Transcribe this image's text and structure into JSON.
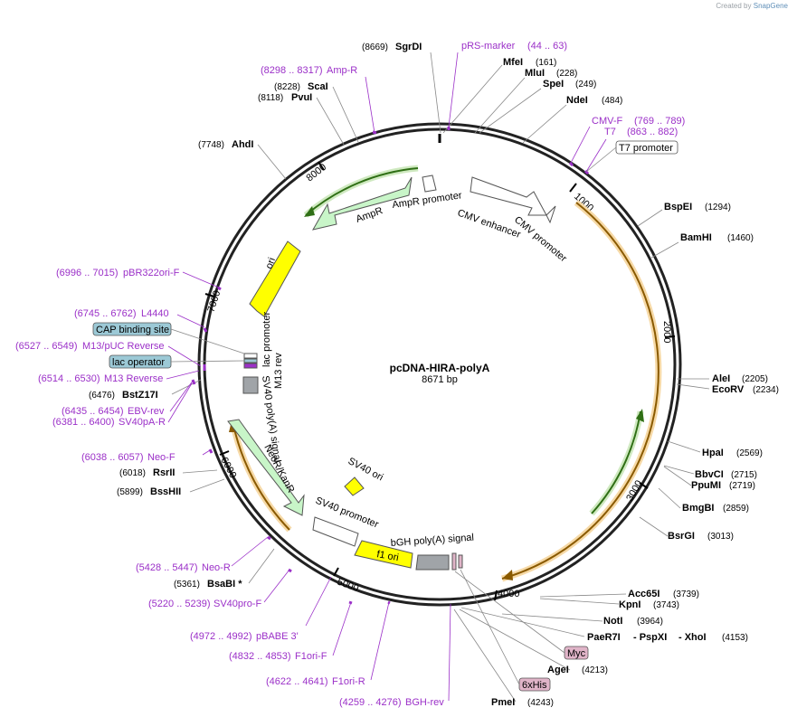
{
  "credit": {
    "prefix": "Created by",
    "brand": "SnapGene"
  },
  "plasmid": {
    "name": "pcDNA-HIRA-polyA",
    "length": "8671 bp"
  },
  "tick_labels": [
    "1000",
    "2000",
    "3000",
    "4000",
    "5000",
    "6000",
    "7000",
    "8000"
  ],
  "enzymes": [
    {
      "name": "SgrDI",
      "pos": "(8669)"
    },
    {
      "name": "MfeI",
      "pos": "(161)"
    },
    {
      "name": "MluI",
      "pos": "(228)"
    },
    {
      "name": "SpeI",
      "pos": "(249)"
    },
    {
      "name": "NdeI",
      "pos": "(484)"
    },
    {
      "name": "BspEI",
      "pos": "(1294)"
    },
    {
      "name": "BamHI",
      "pos": "(1460)"
    },
    {
      "name": "AleI",
      "pos": "(2205)"
    },
    {
      "name": "EcoRV",
      "pos": "(2234)"
    },
    {
      "name": "HpaI",
      "pos": "(2569)"
    },
    {
      "name": "BbvCI",
      "pos": "(2715)"
    },
    {
      "name": "PpuMI",
      "pos": "(2719)"
    },
    {
      "name": "BmgBI",
      "pos": "(2859)"
    },
    {
      "name": "BsrGI",
      "pos": "(3013)"
    },
    {
      "name": "Acc65I",
      "pos": "(3739)"
    },
    {
      "name": "KpnI",
      "pos": "(3743)"
    },
    {
      "name": "NotI",
      "pos": "(3964)"
    },
    {
      "name": "PaeR7I",
      "pos": ""
    },
    {
      "name": "- PspXI",
      "pos": ""
    },
    {
      "name": "- XhoI",
      "pos": "(4153)"
    },
    {
      "name": "AgeI",
      "pos": "(4213)"
    },
    {
      "name": "PmeI",
      "pos": "(4243)"
    },
    {
      "name": "BsaBI *",
      "pos": "(5361)"
    },
    {
      "name": "BssHII",
      "pos": "(5899)"
    },
    {
      "name": "RsrII",
      "pos": "(6018)"
    },
    {
      "name": "BstZ17I",
      "pos": "(6476)"
    },
    {
      "name": "AhdI",
      "pos": "(7748)"
    },
    {
      "name": "PvuI",
      "pos": "(8118)"
    },
    {
      "name": "ScaI",
      "pos": "(8228)"
    }
  ],
  "primers": [
    {
      "name": "pRS-marker",
      "pos": "(44 .. 63)"
    },
    {
      "name": "Amp-R",
      "pos": "(8298 .. 8317)"
    },
    {
      "name": "CMV-F",
      "pos": "(769 .. 789)"
    },
    {
      "name": "T7",
      "pos": "(863 .. 882)"
    },
    {
      "name": "pBR322ori-F",
      "pos": "(6996 .. 7015)"
    },
    {
      "name": "L4440",
      "pos": "(6745 .. 6762)"
    },
    {
      "name": "M13/pUC Reverse",
      "pos": "(6527 .. 6549)"
    },
    {
      "name": "M13 Reverse",
      "pos": "(6514 .. 6530)"
    },
    {
      "name": "EBV-rev",
      "pos": "(6435 .. 6454)"
    },
    {
      "name": "SV40pA-R",
      "pos": "(6381 .. 6400)"
    },
    {
      "name": "Neo-F",
      "pos": "(6038 .. 6057)"
    },
    {
      "name": "Neo-R",
      "pos": "(5428 .. 5447)"
    },
    {
      "name": "SV40pro-F",
      "pos": "(5220 .. 5239)"
    },
    {
      "name": "pBABE 3'",
      "pos": "(4972 .. 4992)"
    },
    {
      "name": "F1ori-F",
      "pos": "(4832 .. 4853)"
    },
    {
      "name": "F1ori-R",
      "pos": "(4622 .. 4641)"
    },
    {
      "name": "BGH-rev",
      "pos": "(4259 .. 4276)"
    }
  ],
  "boxed_features": {
    "t7_promoter": "T7 promoter",
    "cap_binding_site": "CAP binding site",
    "lac_operator": "lac operator",
    "myc": "Myc",
    "his": "6xHis"
  },
  "features": {
    "ampr": "AmpR",
    "ampr_promoter": "AmpR promoter",
    "cmv_enhancer": "CMV enhancer",
    "cmv_promoter": "CMV promoter",
    "ori": "ori",
    "lac_promoter": "lac promoter",
    "m13_rev": "M13 rev",
    "sv40_polya": "SV40 poly(A) signal",
    "neor": "NeoR/KanR",
    "sv40_ori": "SV40 ori",
    "sv40_promoter": "SV40 promoter",
    "f1_ori": "f1 ori",
    "bgh_polya": "bGH poly(A) signal"
  },
  "colors": {
    "primer": "#9b30c8",
    "backbone": "#222222",
    "orf_orange": "#e8a23c",
    "orf_green": "#4c9a2a",
    "feature_green": "#c8f5c8",
    "feature_yellow": "#ffff00",
    "feature_gray": "#a0a4a8",
    "lac_box": "#9cc9d6",
    "tag_pink": "#e0b4c8"
  }
}
